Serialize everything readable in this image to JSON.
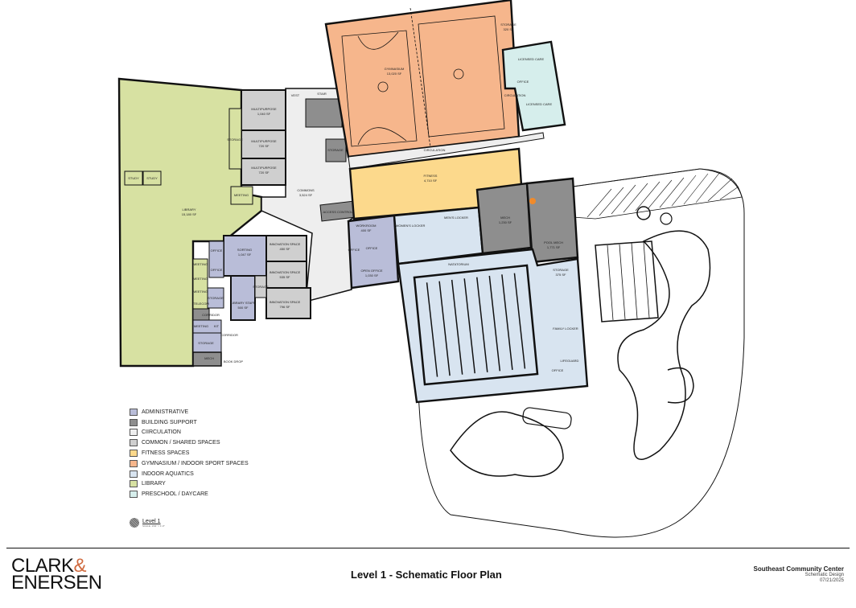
{
  "plan": {
    "rooms": {
      "library": {
        "name": "LIBRARY",
        "area": "15,180 SF"
      },
      "study1": "STUDY",
      "study2": "STUDY",
      "multipurpose1": {
        "name": "MULTIPURPOSE",
        "area": "1,040 SF"
      },
      "multipurpose2": {
        "name": "MULTIPURPOSE",
        "area": "720 SF"
      },
      "multipurpose3": {
        "name": "MULTIPURPOSE",
        "area": "720 SF"
      },
      "storage_mp": "STORAGE",
      "meeting": "MEETING",
      "commons": {
        "name": "COMMONS",
        "area": "3,524 SF"
      },
      "vest": "VEST",
      "stair": "STAIR",
      "storage_gym": "STORAGE",
      "gymnasium": {
        "name": "GYMNASIUM",
        "area": "13,020 SF"
      },
      "storage_top": {
        "name": "STORAGE",
        "area": "320 SF"
      },
      "licensed_care1": "LICENSED CARE",
      "licensed_care2": "LICENSED CARE",
      "office_care": "OFFICE",
      "circulation_care": "CIRCULATION",
      "circulation": "CIRCULATION",
      "fitness": {
        "name": "FITNESS",
        "area": "4,710 SF"
      },
      "access_control": "ACCESS CONTROL",
      "workroom": {
        "name": "WORKROOM",
        "area": "400 SF"
      },
      "office_a": "OFFICE",
      "office_b": "OFFICE",
      "open_office": {
        "name": "OPEN OFFICE",
        "area": "1,030 SF"
      },
      "womens_locker": "WOMEN'S LOCKER",
      "mens_locker": "MEN'S LOCKER",
      "mech": {
        "name": "MECH",
        "area": "1,230 SF"
      },
      "pool_mech": {
        "name": "POOL MECH",
        "area": "1,771 SF"
      },
      "natatorium": "NATATORIUM",
      "storage_nat": {
        "name": "STORAGE",
        "area": "375 SF"
      },
      "family_locker": "FAMILY LOCKER",
      "lifeguard": "LIFEGUARD",
      "office_nat": "OFFICE",
      "sorting": {
        "name": "SORTING",
        "area": "1,047 SF"
      },
      "innovation1": {
        "name": "INNOVATION SPACE",
        "area": "450 SF"
      },
      "innovation2": {
        "name": "INNOVATION SPACE",
        "area": "535 SF"
      },
      "innovation3": {
        "name": "INNOVATION SPACE",
        "area": "796 SF"
      },
      "library_staff": {
        "name": "LIBRARY STAFF",
        "area": "500 SF"
      },
      "storage_ls": "STORAGE",
      "office1": "OFFICE",
      "office2": "OFFICE",
      "meeting1": "MEETING",
      "meeting2": "MEETING",
      "meeting3": "MEETING",
      "meeting4": "MEETING",
      "storage_l": "STORAGE",
      "telecom": "TELECOM",
      "corridor1": "CORRIDOR",
      "corridor2": "CORRIDOR",
      "kit": "KIT",
      "storage_b": "STORAGE",
      "mech_b": "MECH",
      "book_drop": "BOOK DROP"
    }
  },
  "legend": {
    "items": [
      {
        "label": "ADMINISTRATIVE",
        "color": "#b9bdd8"
      },
      {
        "label": "BUILDING SUPPORT",
        "color": "#8e8e8e"
      },
      {
        "label": "CIIRCULATION",
        "color": "#eeeeee"
      },
      {
        "label": "COMMON / SHARED SPACES",
        "color": "#cfcfcf"
      },
      {
        "label": "FITNESS SPACES",
        "color": "#fcd98c"
      },
      {
        "label": "GYMNASIUM / INDOOR SPORT SPACES",
        "color": "#f6b68c"
      },
      {
        "label": "INDOOR AQUATICS",
        "color": "#d8e4f0"
      },
      {
        "label": "LIBRARY",
        "color": "#d7e1a2"
      },
      {
        "label": "PRESCHOOL / DAYCARE",
        "color": "#d6eeec"
      }
    ]
  },
  "level": {
    "title": "Level 1",
    "scale": "SCALE: 1/64\" = 1'-0\""
  },
  "title_block": {
    "logo_line1": "CLARK",
    "logo_amp": "&",
    "logo_line2": "ENERSEN",
    "sheet_title": "Level 1 - Schematic Floor Plan",
    "project_name": "Southeast Community Center",
    "phase": "Schematic Design",
    "date": "07/21/2025"
  }
}
